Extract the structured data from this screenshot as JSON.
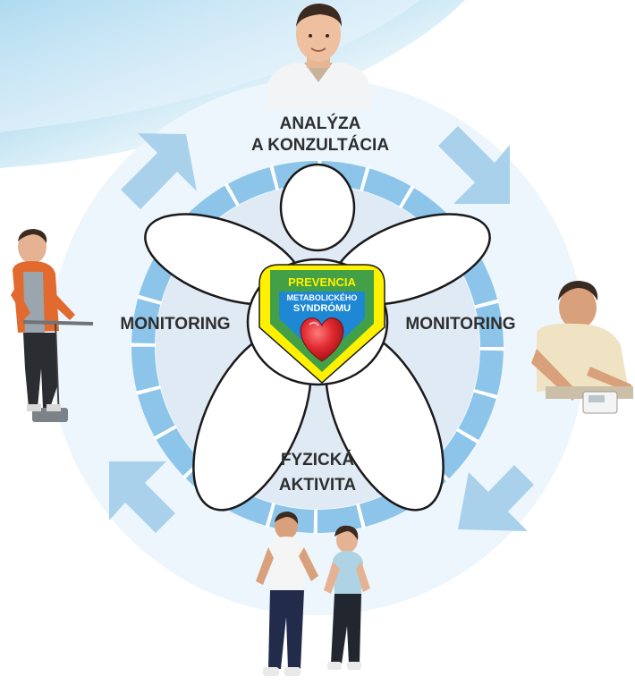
{
  "colors": {
    "ring": "#8cc5e9",
    "ring_stroke": "#ffffff",
    "halo": "#e6f2fa",
    "inner_disc": "#dde9f4",
    "arrow": "#a9d1ec",
    "banner": "#5ab8e0",
    "badge_yellow": "#fff100",
    "badge_green": "#43a047",
    "badge_blue": "#1e88d4",
    "heart": "#d6202a",
    "label": "#2e2e2e"
  },
  "labels": {
    "top_line1": "ANALÝZA",
    "top_line2": "A KONZULTÁCIA",
    "left": "MONITORING",
    "right": "MONITORING",
    "bottom_line1": "FYZICKÁ",
    "bottom_line2": "AKTIVITA"
  },
  "badge": {
    "title": "PREVENCIA",
    "line1": "METABOLICKÉHO",
    "line2": "SYNDRÓMU"
  },
  "icons": {
    "top": "doctor-photo",
    "left": "woman-exercising-photo",
    "right": "man-blood-pressure-photo",
    "bottom": "couple-jogging-photo",
    "center": "heart-icon",
    "arrows": "cycle-arrow-icon"
  }
}
